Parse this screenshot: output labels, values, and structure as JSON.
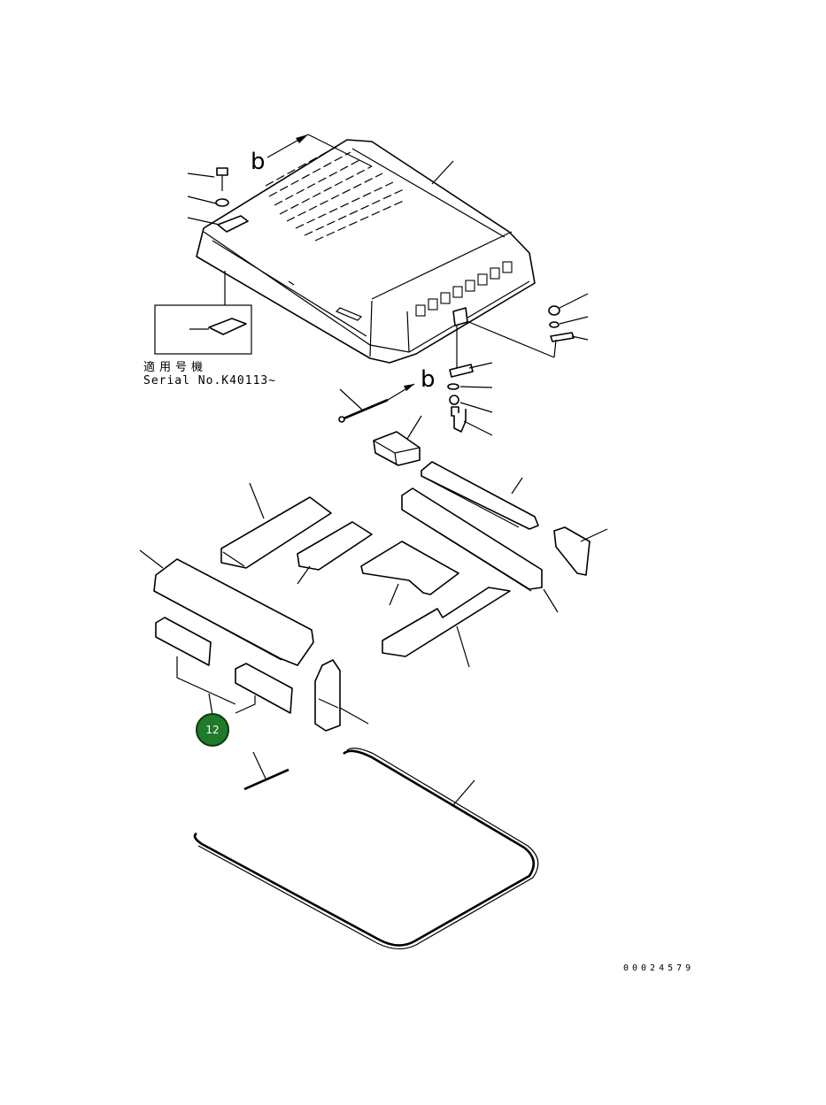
{
  "diagram": {
    "serial_label_jp": "適用号機",
    "serial_label": "Serial No.K40113~",
    "view_arrow_1": "b",
    "view_arrow_2": "b",
    "document_number": "00024579",
    "callout": {
      "number": "12",
      "color": "#1f7a2a"
    }
  }
}
